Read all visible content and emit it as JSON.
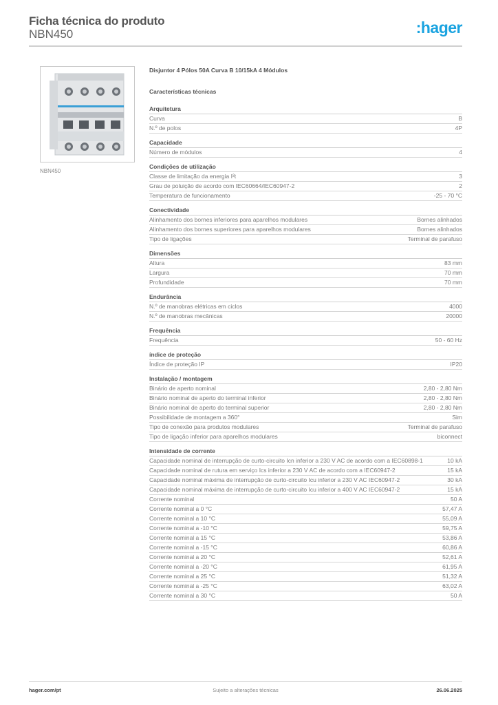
{
  "header": {
    "title": "Ficha técnica do produto",
    "subtitle": "NBN450",
    "logo": ":hager",
    "logo_color": "#1aa3e0"
  },
  "product": {
    "image_icon": "circuit-breaker-image",
    "image_caption": "NBN450",
    "description": "Disjuntor 4 Pólos 50A Curva B 10/15kA 4 Módulos"
  },
  "section_title": "Características técnicas",
  "groups": [
    {
      "title": "Arquitetura",
      "rows": [
        {
          "k": "Curva",
          "v": "B"
        },
        {
          "k": "N.º de polos",
          "v": "4P"
        }
      ]
    },
    {
      "title": "Capacidade",
      "rows": [
        {
          "k": "Número de módulos",
          "v": "4"
        }
      ]
    },
    {
      "title": "Condições de utilização",
      "rows": [
        {
          "k": "Classe de limitação da energia I²t",
          "v": "3"
        },
        {
          "k": "Grau de poluição de acordo com IEC60664/IEC60947-2",
          "v": "2"
        },
        {
          "k": "Temperatura de funcionamento",
          "v": "-25 - 70 °C"
        }
      ]
    },
    {
      "title": "Conectividade",
      "rows": [
        {
          "k": "Alinhamento dos bornes inferiores para aparelhos modulares",
          "v": "Bornes alinhados"
        },
        {
          "k": "Alinhamento dos bornes superiores para aparelhos modulares",
          "v": "Bornes alinhados"
        },
        {
          "k": "Tipo de ligações",
          "v": "Terminal de parafuso"
        }
      ]
    },
    {
      "title": "Dimensões",
      "rows": [
        {
          "k": "Altura",
          "v": "83 mm"
        },
        {
          "k": "Largura",
          "v": "70 mm"
        },
        {
          "k": "Profundidade",
          "v": "70 mm"
        }
      ]
    },
    {
      "title": "Endurância",
      "rows": [
        {
          "k": "N.º de manobras elétricas em ciclos",
          "v": "4000"
        },
        {
          "k": "N.º de manobras mecânicas",
          "v": "20000"
        }
      ]
    },
    {
      "title": "Frequência",
      "rows": [
        {
          "k": "Frequência",
          "v": "50 - 60 Hz"
        }
      ]
    },
    {
      "title": "índice de proteção",
      "rows": [
        {
          "k": "Índice de proteção IP",
          "v": "IP20"
        }
      ]
    },
    {
      "title": "Instalação / montagem",
      "rows": [
        {
          "k": "Binário de aperto nominal",
          "v": "2,80 - 2,80 Nm"
        },
        {
          "k": "Binário nominal de aperto do terminal inferior",
          "v": "2,80 - 2,80 Nm"
        },
        {
          "k": "Binário nominal de aperto do terminal superior",
          "v": "2,80 - 2,80 Nm"
        },
        {
          "k": "Possibilidade de montagem a 360°",
          "v": "Sim"
        },
        {
          "k": "Tipo de conexão para produtos modulares",
          "v": "Terminal de parafuso"
        },
        {
          "k": "Tipo de ligação inferior para aparelhos modulares",
          "v": "biconnect"
        }
      ]
    },
    {
      "title": "Intensidade de corrente",
      "rows": [
        {
          "k": "Capacidade nominal de interrupção de curto-circuito Icn inferior a 230 V AC de acordo com a IEC60898-1",
          "v": "10 kA"
        },
        {
          "k": "Capacidade nominal de rutura em serviço Ics inferior a 230 V AC de acordo com a IEC60947-2",
          "v": "15 kA"
        },
        {
          "k": "Capacidade nominal máxima de interrupção de curto-circuito Icu inferior a 230 V AC IEC60947-2",
          "v": "30 kA"
        },
        {
          "k": "Capacidade nominal máxima de interrupção de curto-circuito Icu inferior a 400 V AC IEC60947-2",
          "v": "15 kA"
        },
        {
          "k": "Corrente nominal",
          "v": "50 A"
        },
        {
          "k": "Corrente nominal a 0 °C",
          "v": "57,47 A"
        },
        {
          "k": "Corrente nominal a 10 °C",
          "v": "55,09 A"
        },
        {
          "k": "Corrente nominal a -10 °C",
          "v": "59,75 A"
        },
        {
          "k": "Corrente nominal a 15 °C",
          "v": "53,86 A"
        },
        {
          "k": "Corrente nominal a -15 °C",
          "v": "60,86 A"
        },
        {
          "k": "Corrente nominal a 20 °C",
          "v": "52,61 A"
        },
        {
          "k": "Corrente nominal a -20 °C",
          "v": "61,95 A"
        },
        {
          "k": "Corrente nominal a 25 °C",
          "v": "51,32 A"
        },
        {
          "k": "Corrente nominal a -25 °C",
          "v": "63,02 A"
        },
        {
          "k": "Corrente nominal a 30 °C",
          "v": "50 A"
        }
      ]
    }
  ],
  "footer": {
    "website": "hager.com/pt",
    "notice": "Sujeito a alterações técnicas",
    "date": "26.06.2025"
  }
}
